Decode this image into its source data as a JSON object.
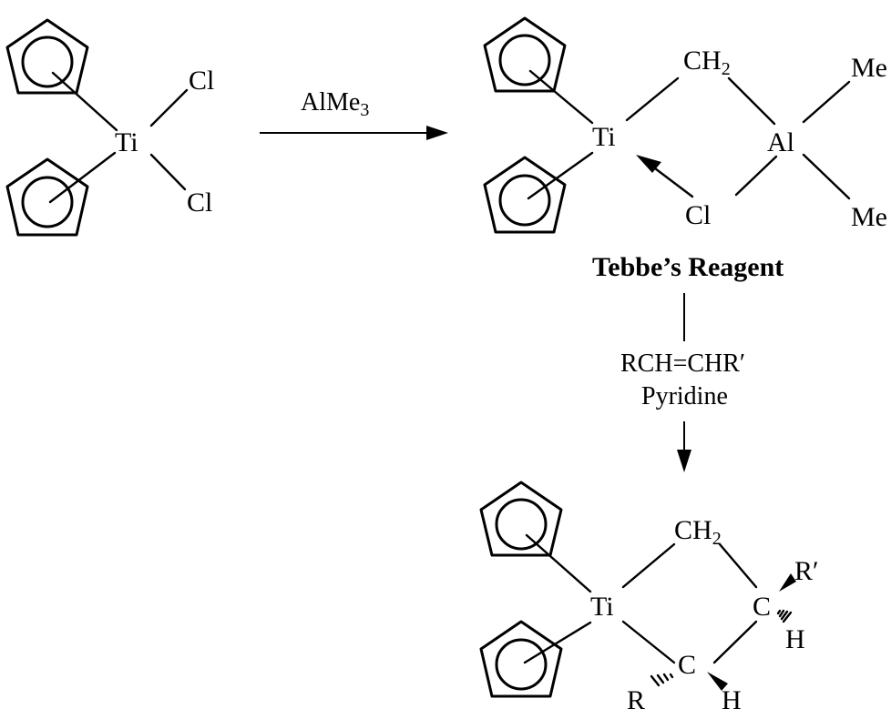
{
  "labels": {
    "cl": "Cl",
    "ti": "Ti",
    "al": "Al",
    "me": "Me",
    "ch2_main": "CH",
    "sub2": "2",
    "c": "C",
    "h": "H",
    "r": "R",
    "r_prime": "R′"
  },
  "reagents": {
    "step1_main": "AlMe",
    "step1_sub": "3",
    "step2_line1": "RCH=CHR′",
    "step2_line2": "Pyridine"
  },
  "compound_names": {
    "tebbe": "Tebbe’s Reagent"
  }
}
